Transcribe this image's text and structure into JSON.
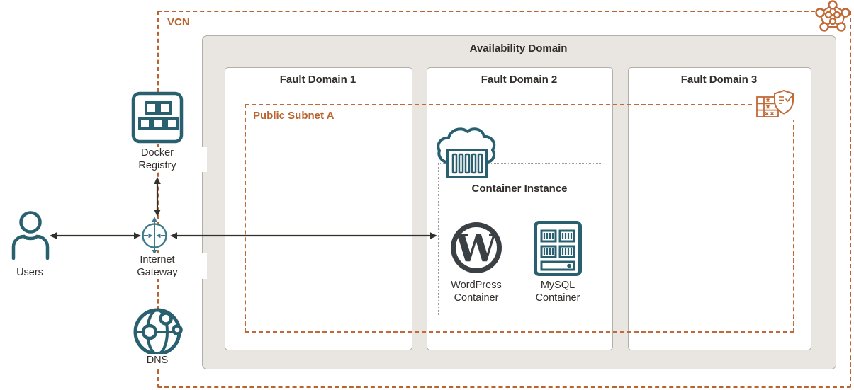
{
  "colors": {
    "accent_orange": "#b9632e",
    "teal": "#28606f",
    "ink": "#312d2a",
    "arrow": "#33302c",
    "availability_domain_fill": "#e9e6e1",
    "box_border_gray": "#b3afa7",
    "wordpress_dark": "#3b4045",
    "dotted_border_gray": "#9b9b9b"
  },
  "vcn": {
    "label": "VCN"
  },
  "availability_domain": {
    "label": "Availability Domain"
  },
  "fault_domains": [
    {
      "label": "Fault Domain 1"
    },
    {
      "label": "Fault Domain 2"
    },
    {
      "label": "Fault Domain 3"
    }
  ],
  "subnet": {
    "label": "Public Subnet A"
  },
  "container_instance": {
    "label": "Container Instance"
  },
  "nodes": {
    "wordpress": {
      "line1": "WordPress",
      "line2": "Container",
      "glyph": "W"
    },
    "mysql": {
      "line1": "MySQL",
      "line2": "Container"
    },
    "docker_registry": {
      "line1": "Docker",
      "line2": "Registry"
    },
    "internet_gateway": {
      "line1": "Internet",
      "line2": "Gateway"
    },
    "dns": {
      "label": "DNS"
    },
    "users": {
      "label": "Users"
    }
  },
  "icons": {
    "vcn": "network-mesh-icon",
    "security_list": "security-list-shield-icon",
    "container_instance": "cloud-container-icon",
    "wordpress": "wordpress-logo-icon",
    "mysql": "server-stack-icon",
    "docker_registry": "registry-boxes-icon",
    "internet_gateway": "gateway-arrows-icon",
    "dns": "globe-nodes-icon",
    "users": "person-icon"
  }
}
